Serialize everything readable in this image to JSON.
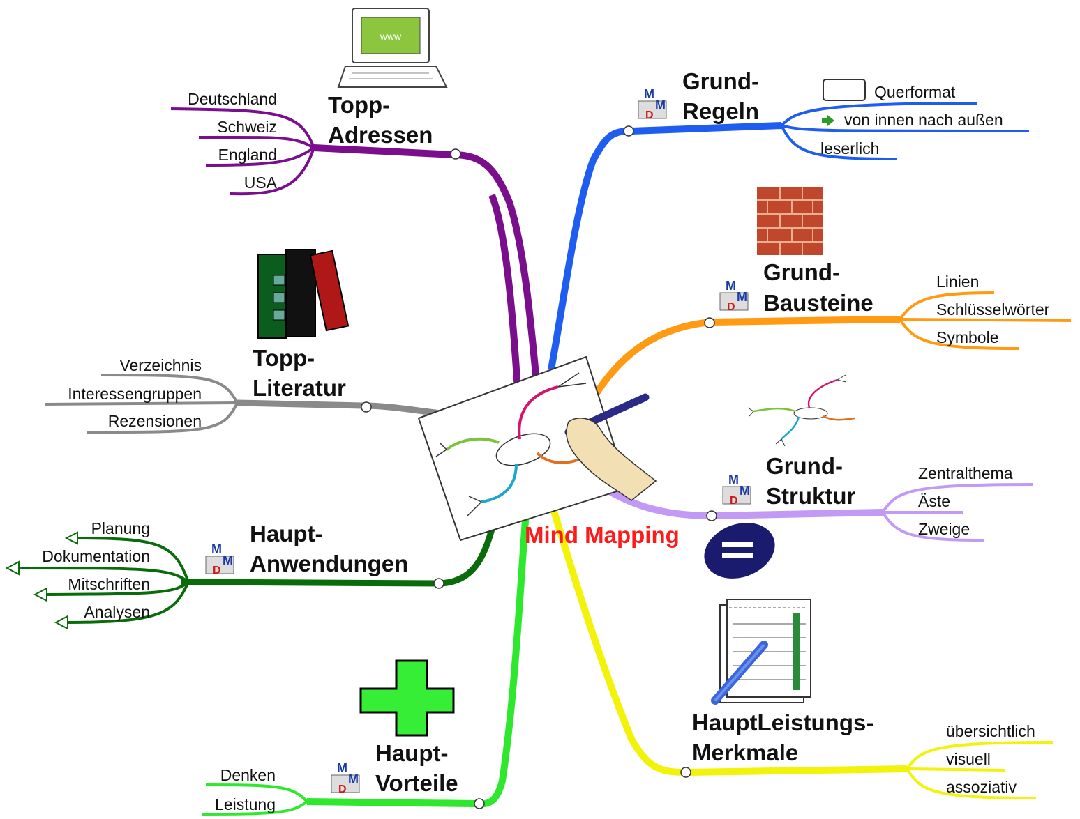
{
  "center": {
    "title": "Mind Mapping",
    "color": "#ff1a1a"
  },
  "branches": [
    {
      "id": "topp-adressen",
      "line1": "Topp-",
      "line2": "Adressen",
      "color": "#7a0e8c",
      "subs": [
        "Deutschland",
        "Schweiz",
        "England",
        "USA"
      ]
    },
    {
      "id": "topp-literatur",
      "line1": "Topp-",
      "line2": "Literatur",
      "color": "#8a8a8a",
      "subs": [
        "Verzeichnis",
        "Interessengruppen",
        "Rezensionen"
      ]
    },
    {
      "id": "haupt-anwendungen",
      "line1": "Haupt-",
      "line2": "Anwendungen",
      "color": "#0a6b0a",
      "subs": [
        "Planung",
        "Dokumentation",
        "Mitschriften",
        "Analysen"
      ]
    },
    {
      "id": "haupt-vorteile",
      "line1": "Haupt-",
      "line2": "Vorteile",
      "color": "#2ee82e",
      "subs": [
        "Denken",
        "Leistung"
      ]
    },
    {
      "id": "grund-regeln",
      "line1": "Grund-",
      "line2": "Regeln",
      "color": "#1f5cf0",
      "subs": [
        "Querformat",
        "von innen nach außen",
        "leserlich"
      ]
    },
    {
      "id": "grund-bausteine",
      "line1": "Grund-",
      "line2": "Bausteine",
      "color": "#ff9a12",
      "subs": [
        "Linien",
        "Schlüsselwörter",
        "Symbole"
      ]
    },
    {
      "id": "grund-struktur",
      "line1": "Grund-",
      "line2": "Struktur",
      "color": "#c29af5",
      "subs": [
        "Zentralthema",
        "Äste",
        "Zweige"
      ]
    },
    {
      "id": "hauptleistungs-merkmale",
      "line1": "HauptLeistungs-",
      "line2": "Merkmale",
      "color": "#f2f20a",
      "subs": [
        "übersichtlich",
        "visuell",
        "assoziativ"
      ]
    }
  ],
  "icons": {
    "laptop": "laptop-www-icon",
    "books": "books-icon",
    "bricks": "brick-wall-icon",
    "plus": "green-plus-icon",
    "notepad": "notepad-pencil-icon",
    "equals": "equals-icon",
    "mm": "mindmanager-logo-icon",
    "www_text": "www"
  }
}
